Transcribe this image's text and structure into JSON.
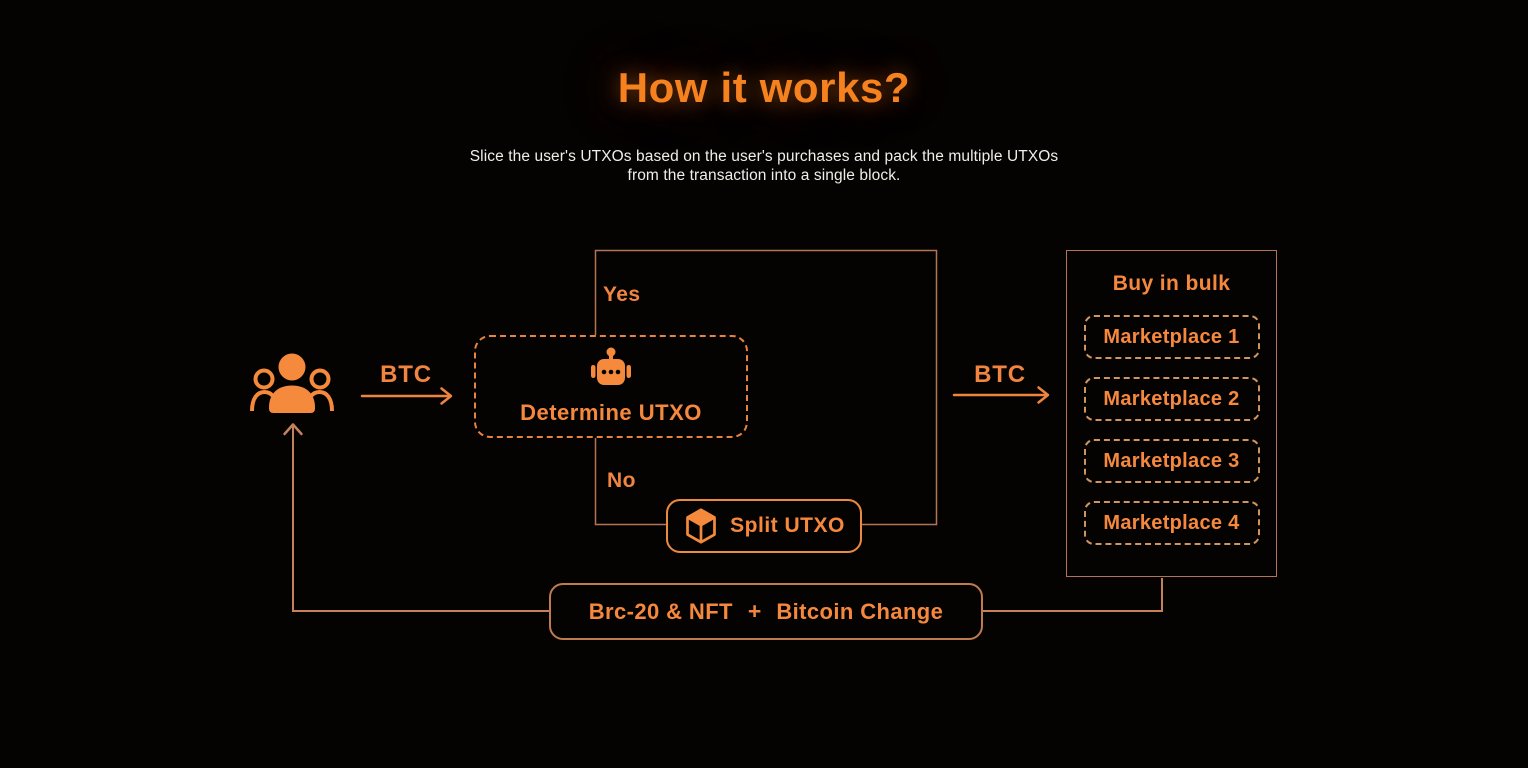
{
  "header": {
    "title": "How it works?",
    "subtitle_line1": "Slice the user's UTXOs based on the user's purchases and pack the multiple UTXOs",
    "subtitle_line2": "from the transaction into a single block."
  },
  "diagram": {
    "users_node": {
      "icon": "users-group-icon"
    },
    "btc_left_label": "BTC",
    "btc_right_label": "BTC",
    "decision_box": {
      "icon": "robot-icon",
      "label": "Determine UTXO"
    },
    "yes_label": "Yes",
    "no_label": "No",
    "split_box": {
      "icon": "cube-icon",
      "label": "Split UTXO"
    },
    "bulk_panel": {
      "title": "Buy in bulk",
      "marketplaces": [
        "Marketplace 1",
        "Marketplace 2",
        "Marketplace 3",
        "Marketplace 4"
      ]
    },
    "return_box": {
      "left_label": "Brc-20 & NFT",
      "plus": "+",
      "right_label": "Bitcoin Change"
    }
  },
  "colors": {
    "background": "#050302",
    "accent_bright": "#f6883e",
    "title_orange": "#f5821f",
    "wire_muted": "#c5825a",
    "panel_border": "#b27454",
    "dashed_border": "#e9823c"
  }
}
